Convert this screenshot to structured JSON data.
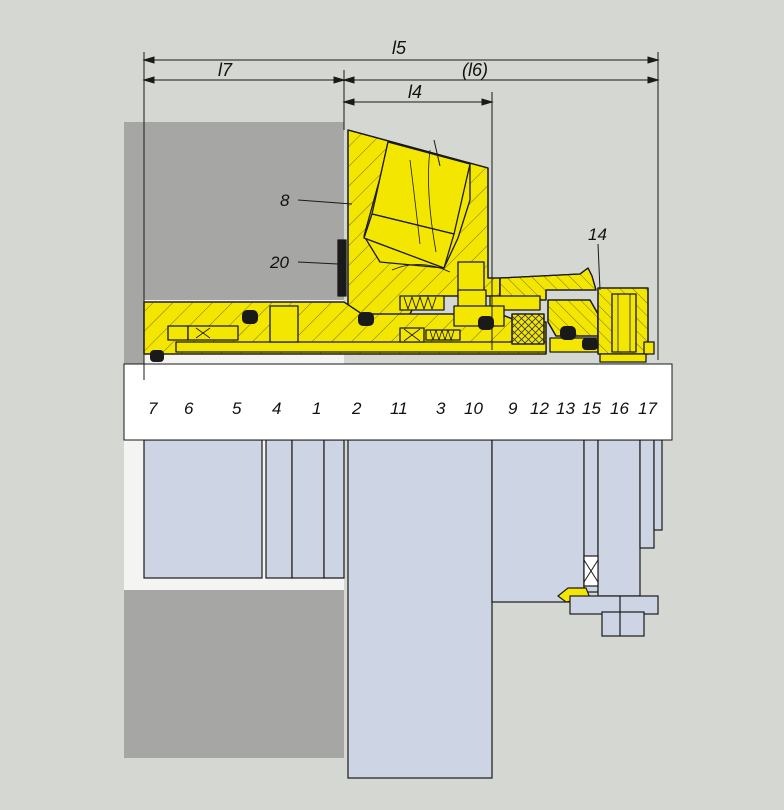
{
  "dimensions": {
    "l5": "l5",
    "l7": "l7",
    "l6": "(l6)",
    "l4": "l4"
  },
  "part_labels": {
    "p7": "7",
    "p6": "6",
    "p5": "5",
    "p4": "4",
    "p1": "1",
    "p2": "2",
    "p11": "11",
    "p3": "3",
    "p10": "10",
    "p9": "9",
    "p12": "12",
    "p13": "13",
    "p15": "15",
    "p16": "16",
    "p17": "17",
    "p8": "8",
    "p20": "20",
    "p14": "14"
  },
  "colors": {
    "background": "#d4d7d2",
    "housing": "#a6a7a4",
    "seal_parts": "#f3e600",
    "shaft": "#ffffff",
    "lower_parts": "#cdd5e4",
    "outline": "#1a1a1a"
  }
}
